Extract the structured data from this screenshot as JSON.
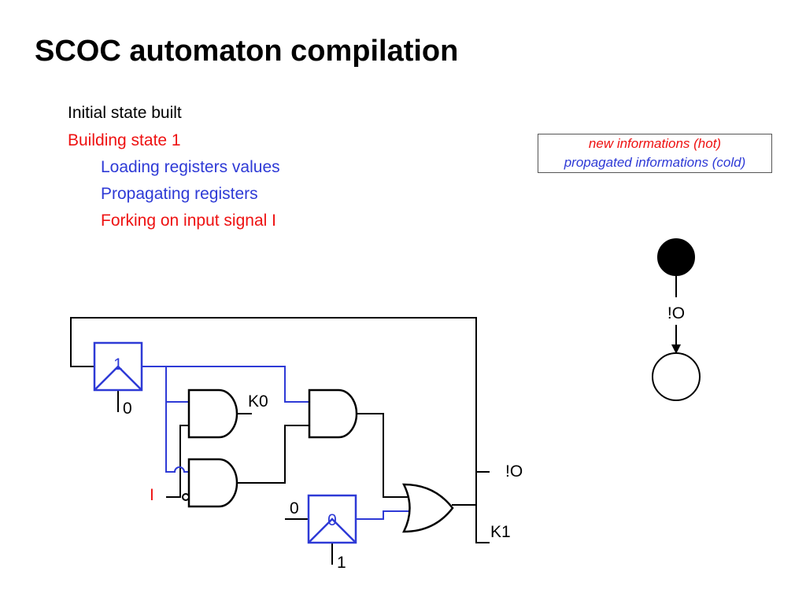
{
  "title": "SCOC automaton compilation",
  "colors": {
    "black": "#000000",
    "hot": "#ee1111",
    "cold": "#2e3ad6"
  },
  "steps": [
    {
      "text": "Initial state built",
      "color": "black",
      "indent": 0
    },
    {
      "text": "Building state 1",
      "color": "hot",
      "indent": 0
    },
    {
      "text": "Loading registers values",
      "color": "cold",
      "indent": 1
    },
    {
      "text": "Propagating registers",
      "color": "cold",
      "indent": 1
    },
    {
      "text": "Forking on input signal I",
      "color": "hot",
      "indent": 1
    }
  ],
  "legend": {
    "hot": "new informations (hot)",
    "cold": "propagated informations (cold)"
  },
  "automaton": {
    "transition_label": "!O"
  },
  "circuit": {
    "reg0_value": "1",
    "reg0_init": "0",
    "reg1_value": "0",
    "reg1_init": "1",
    "reg1_input": "0",
    "input_label": "I",
    "k0_label": "K0",
    "k1_label": "K1",
    "output_label": "!O"
  }
}
